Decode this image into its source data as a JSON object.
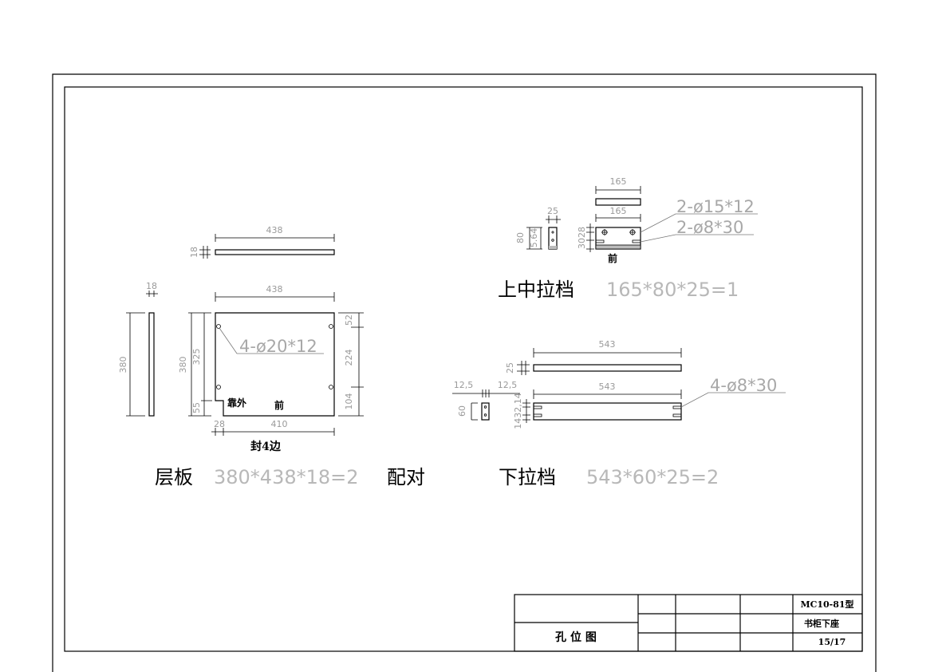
{
  "shelf": {
    "top_width": "438",
    "top_thickness": "18",
    "side_thickness": "18",
    "side_height": "380",
    "front_width": "438",
    "height": "380",
    "height_inner": "325",
    "notch_h": "55",
    "right_dims": [
      "52",
      "224",
      "104"
    ],
    "notch_w": "28",
    "bottom_width": "410",
    "hole_note": "4-ø20*12",
    "label_outer": "靠外",
    "label_front": "前",
    "edge_note": "封4边",
    "title": "层板",
    "spec": "380*438*18=2",
    "pair": "配对"
  },
  "upper_rail": {
    "top_width": "165",
    "front_width": "165",
    "side_thickness": "25",
    "side_height": "80",
    "side_inner": "5.64",
    "left_dims": "3028",
    "front_label": "前",
    "note1": "2-ø15*12",
    "note2": "2-ø8*30",
    "title": "上中拉档",
    "spec": "165*80*25=1"
  },
  "lower_rail": {
    "top_width": "543",
    "top_thickness": "25",
    "front_width": "543",
    "offset_left": "12,5",
    "offset_right": "12,5",
    "side_height": "60",
    "left_dims": "1432,14",
    "note": "4-ø8*30",
    "title": "下拉档",
    "spec": "543*60*25=2"
  },
  "title_block": {
    "drawing_name": "孔 位 图",
    "model": "MC10-81型",
    "product": "书柜下座",
    "sheet": "15/17"
  }
}
